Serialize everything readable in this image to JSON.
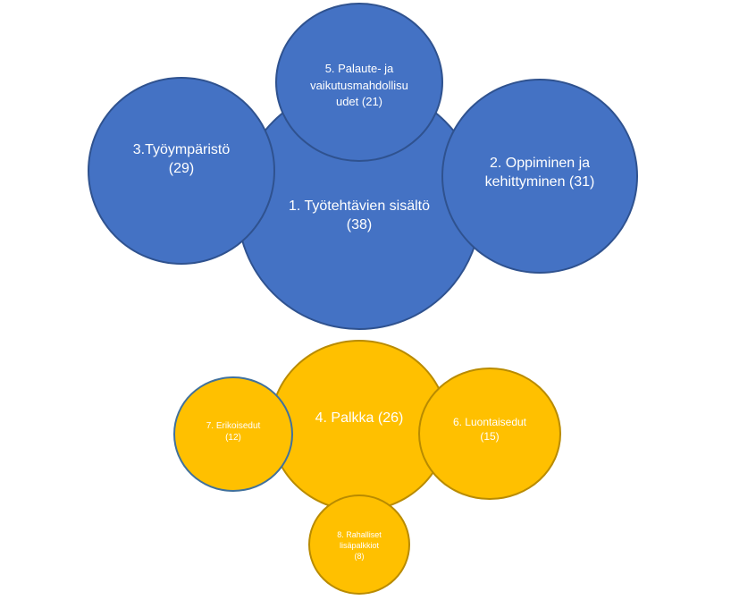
{
  "blue_cluster": {
    "color": "#4472c4",
    "bubbles": [
      {
        "id": "b1",
        "lines": [
          "1. Työtehtävien sisältö",
          "(38)"
        ]
      },
      {
        "id": "b3",
        "lines": [
          "3.Työympäristö",
          "(29)"
        ]
      },
      {
        "id": "b2",
        "lines": [
          "2. Oppiminen ja",
          "kehittyminen (31)"
        ]
      },
      {
        "id": "b5",
        "lines": [
          "5. Palaute- ja",
          "vaikutusmahdollisu",
          "udet (21)"
        ]
      }
    ]
  },
  "gold_cluster": {
    "color": "#ffc000",
    "bubbles": [
      {
        "id": "g4",
        "lines": [
          "4. Palkka (26)"
        ]
      },
      {
        "id": "g6",
        "lines": [
          "6. Luontaisedut",
          "(15)"
        ]
      },
      {
        "id": "g7",
        "lines": [
          "7. Erikoisedut",
          "(12)"
        ]
      },
      {
        "id": "g8",
        "lines": [
          "8. Rahalliset",
          "lisäpalkkiot",
          "(8)"
        ]
      }
    ]
  }
}
